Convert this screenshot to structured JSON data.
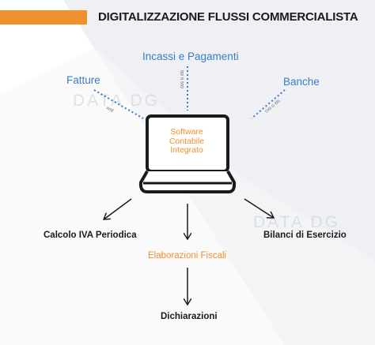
{
  "colors": {
    "accent_orange": "#f0902c",
    "source_blue": "#3a7dc6",
    "line_dark": "#1a1a1a",
    "background_band": "#eef0f3"
  },
  "title": "DIGITALIZZAZIONE FLUSSI COMMERCIALISTA",
  "sources": [
    {
      "label": "Fatture",
      "tag": "xml"
    },
    {
      "label": "Incassi e Pagamenti",
      "tag": "cvs o xls"
    },
    {
      "label": "Banche",
      "tag": "cvs o xls"
    }
  ],
  "center": {
    "icon": "laptop-icon",
    "lines": [
      "Software",
      "Contabile",
      "Integrato"
    ]
  },
  "outputs": {
    "left": "Calcolo IVA Periodica",
    "middle": "Elaborazioni Fiscali",
    "right": "Bilanci di Esercizio",
    "bottom": "Dichiarazioni"
  },
  "watermark": "DATA DG"
}
